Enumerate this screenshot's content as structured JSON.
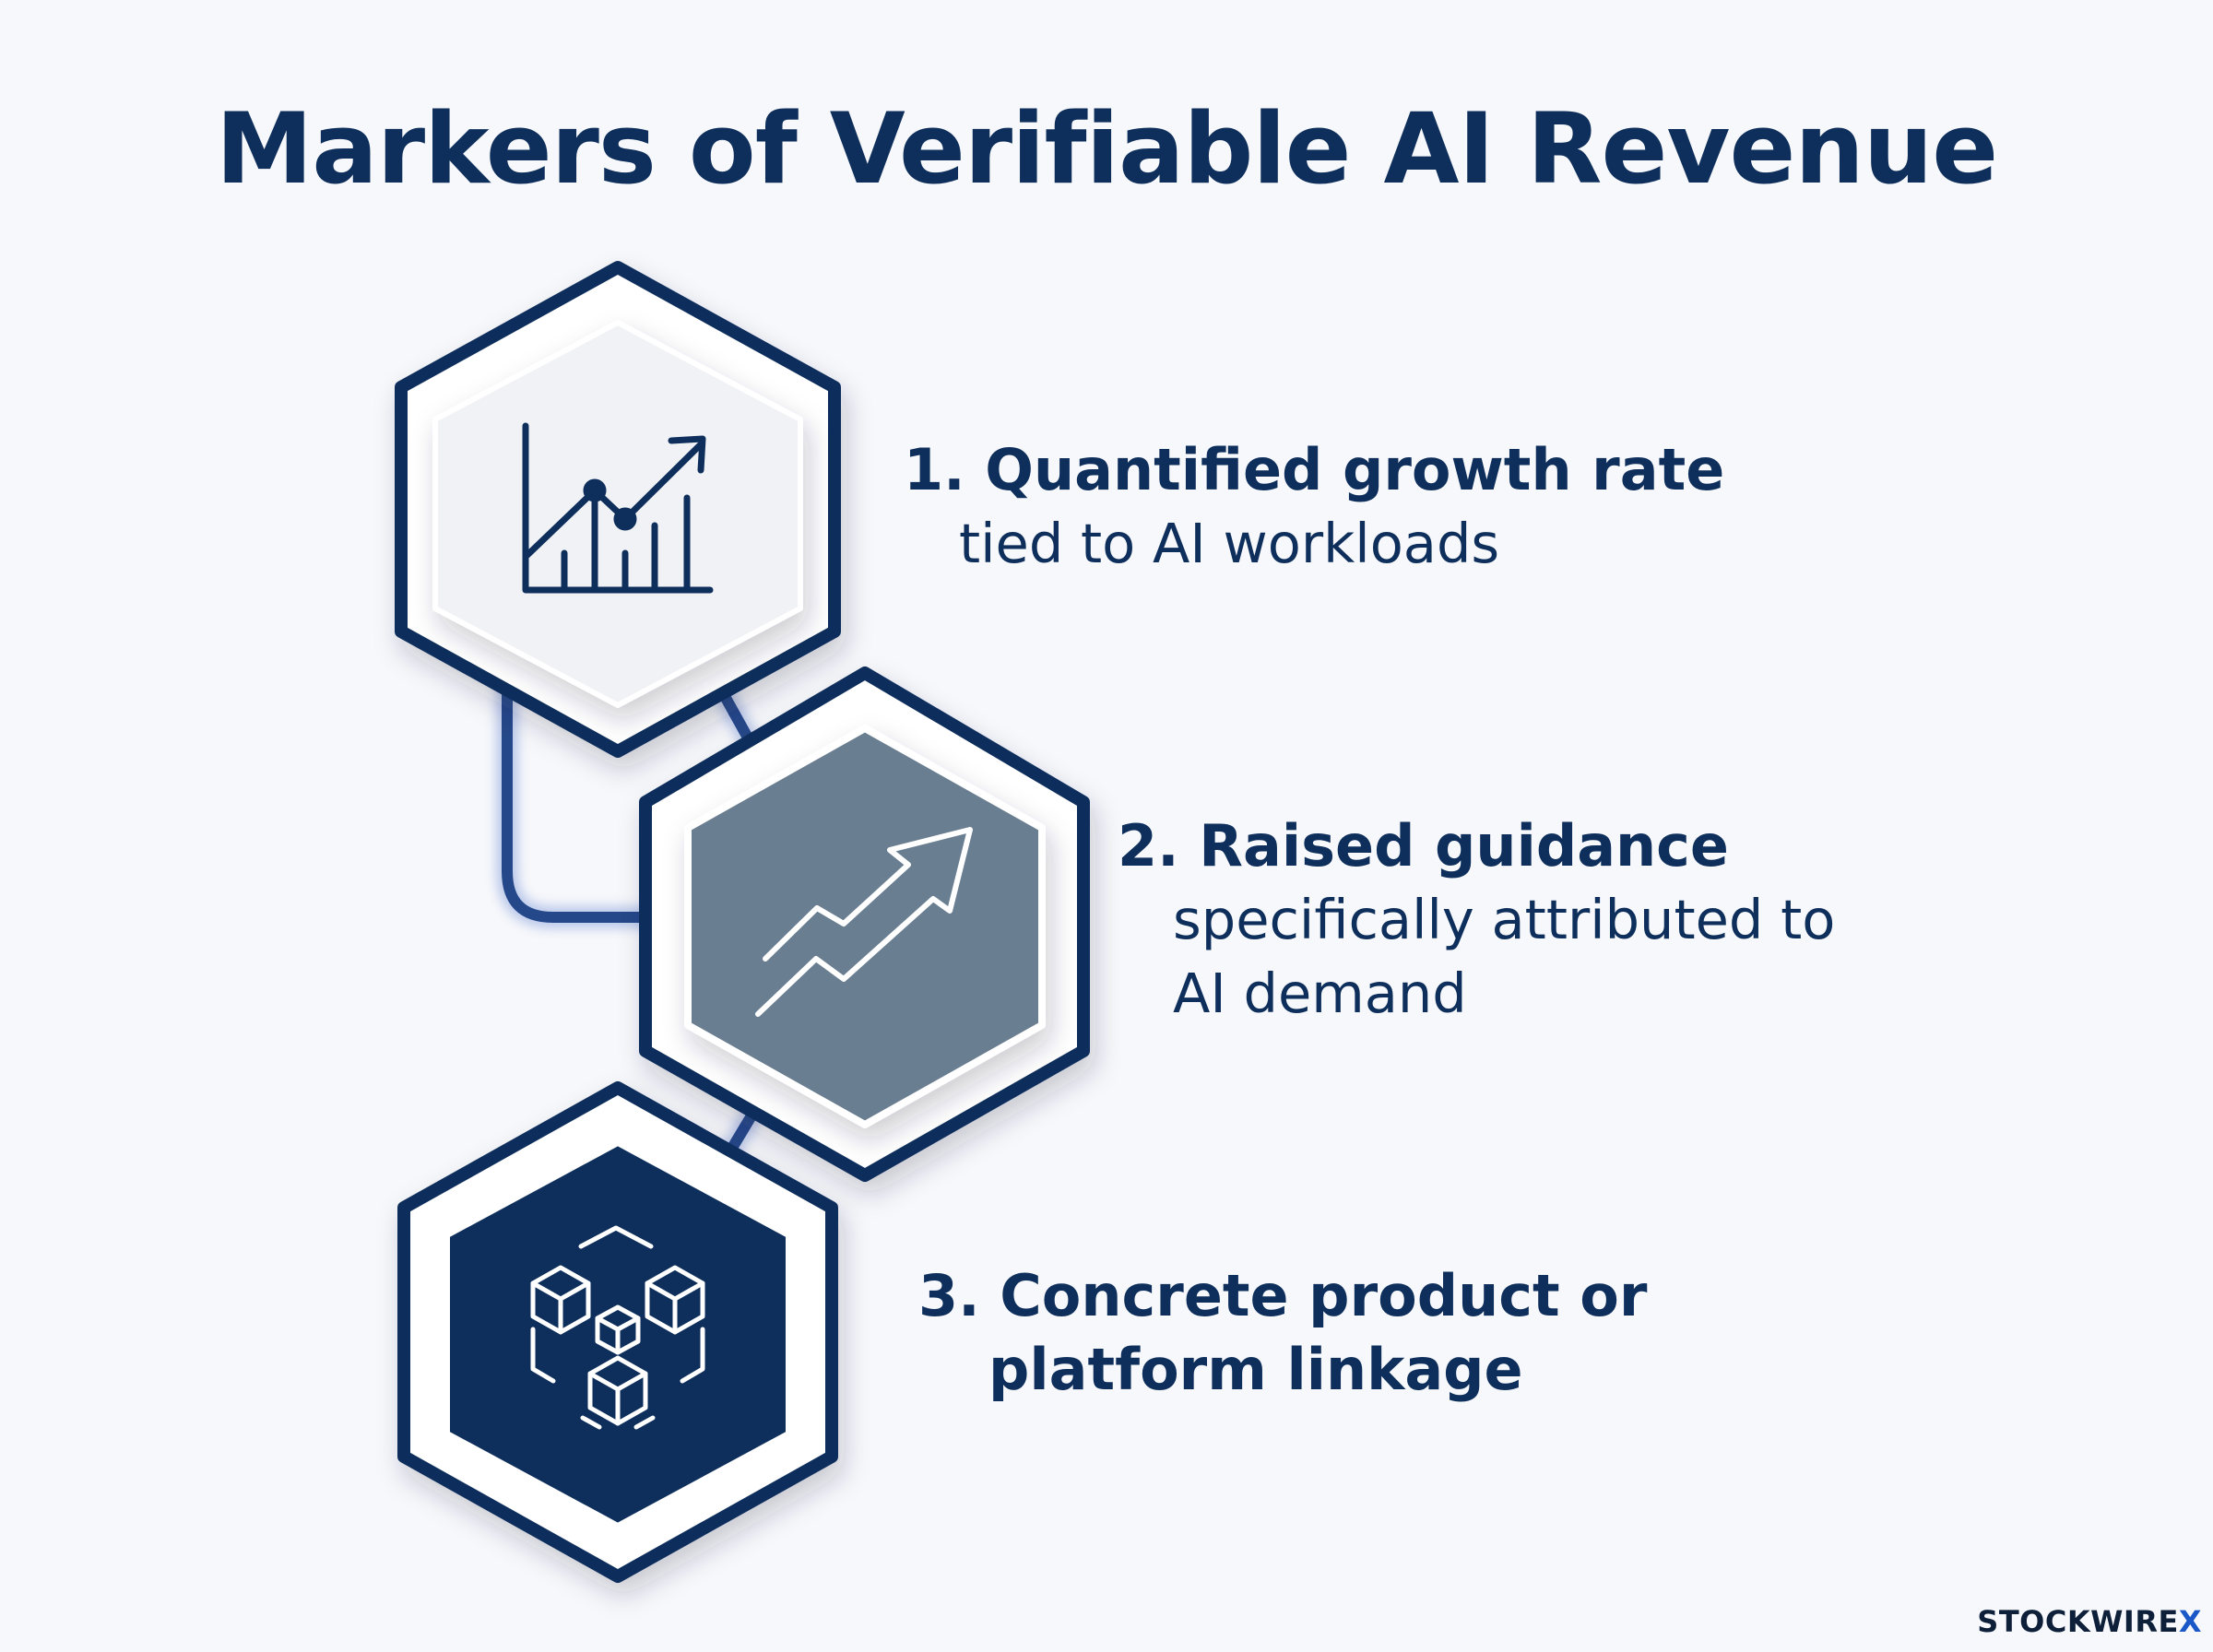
{
  "title": "Markers of Verifiable AI Revenue",
  "markers": [
    {
      "number": "1.",
      "head": "Quantified growth rate",
      "body": "tied to AI workloads",
      "icon": "bar-chart-trend-icon",
      "hex_fill": "#f1f2f5"
    },
    {
      "number": "2.",
      "head": "Raised guidance",
      "body": "specifically attributed to",
      "body2": "AI demand",
      "icon": "zigzag-arrow-up-icon",
      "hex_fill": "#6b7e91"
    },
    {
      "number": "3.",
      "head": "Concrete product or",
      "body": "platform linkage",
      "icon": "linked-cubes-icon",
      "hex_fill": "#0e2f5c"
    }
  ],
  "brand": {
    "name": "STOCKWIRE",
    "mark": "X"
  },
  "colors": {
    "navy": "#0e2f5c",
    "slate": "#6b7e91",
    "connector": "#25488a",
    "background": "#f7f8fb"
  }
}
